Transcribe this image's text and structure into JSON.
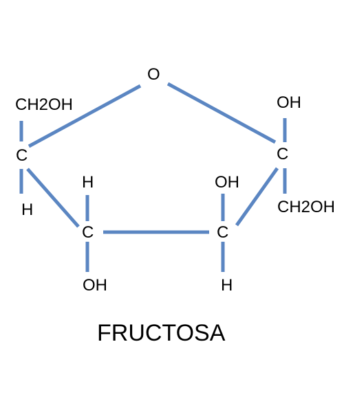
{
  "colors": {
    "bond": "#5b86c2",
    "text": "#000000",
    "background": "#ffffff"
  },
  "labels": {
    "ring_oxygen": "O",
    "c2_ch2oh": "CH2OH",
    "c2_carbon": "C",
    "c2_h": "H",
    "c3_h": "H",
    "c3_carbon": "C",
    "c3_oh": "OH",
    "c4_oh": "OH",
    "c4_carbon": "C",
    "c4_h": "H",
    "c5_oh": "OH",
    "c5_carbon": "C",
    "c5_ch2oh": "CH2OH"
  },
  "title": "FRUCTOSA"
}
